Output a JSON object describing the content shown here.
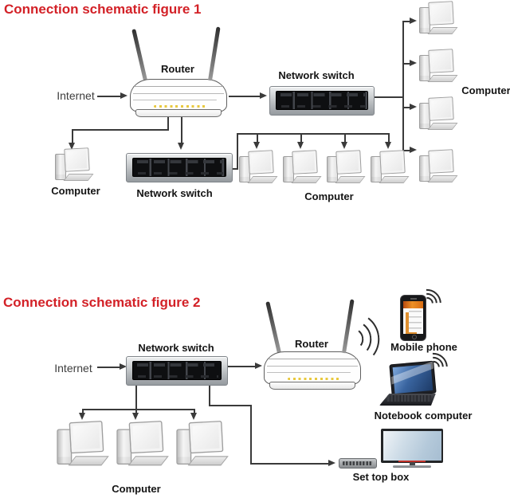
{
  "fig1": {
    "title": "Connection schematic figure 1",
    "labels": {
      "internet": "Internet",
      "router": "Router",
      "switch_top": "Network switch",
      "computer_column": "Computer",
      "computer_left": "Computer",
      "switch_bottom": "Network switch",
      "computer_row": "Computer"
    }
  },
  "fig2": {
    "title": "Connection schematic figure 2",
    "labels": {
      "internet": "Internet",
      "switch": "Network switch",
      "router": "Router",
      "mobile_phone": "Mobile phone",
      "notebook_computer": "Notebook computer",
      "computer": "Computer",
      "set_top_box": "Set top box"
    }
  },
  "colors": {
    "title_red": "#d32127",
    "line_dark": "#3a3a3a",
    "label_text": "#141414",
    "switch_panel_black": "#0e0f11",
    "switch_body_gray": "#b6babd",
    "router_led_yellow": "#e9c93f",
    "phone_header_orange": "#e8892c",
    "laptop_screen_blue": "#3c6fae",
    "tv_screen_blue": "#c9dbe7"
  }
}
